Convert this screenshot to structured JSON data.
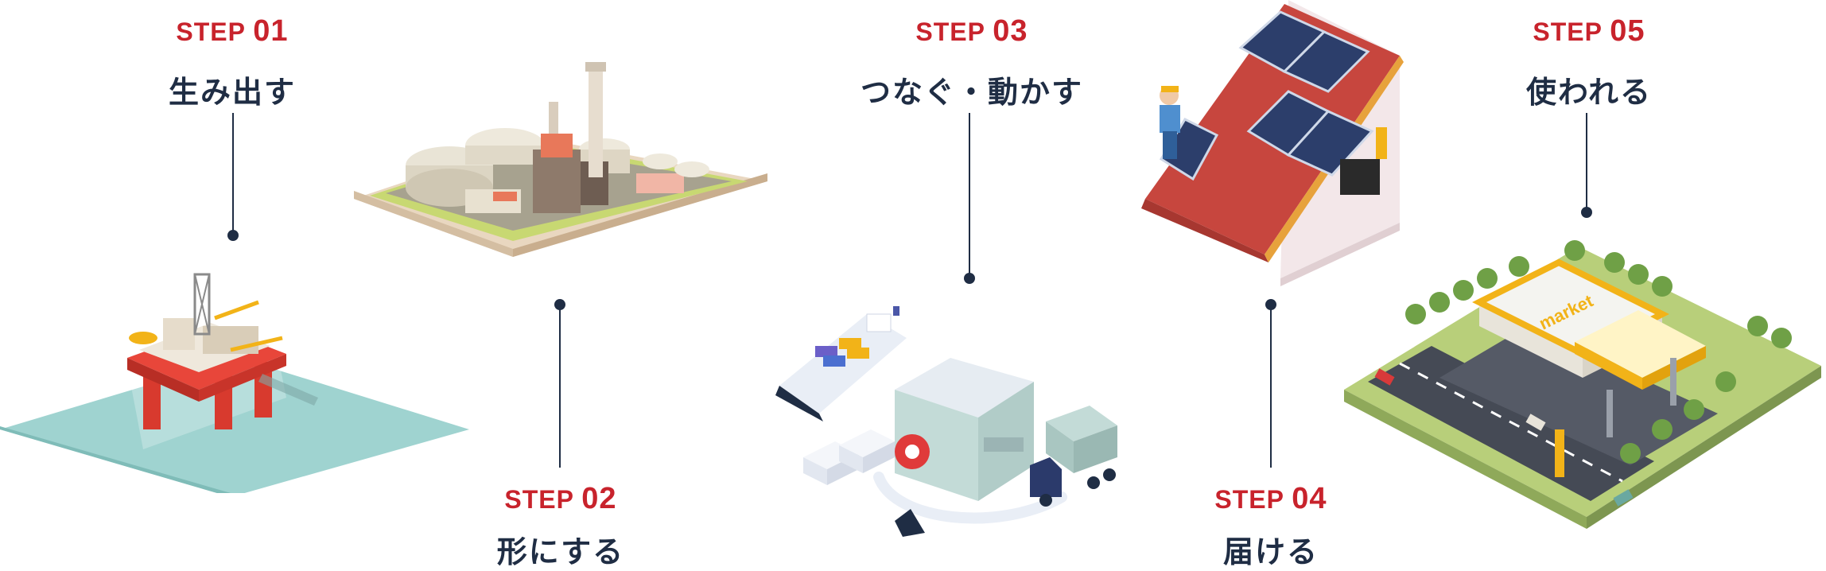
{
  "steps": [
    {
      "prefix": "STEP",
      "number": "01",
      "title": "生み出す"
    },
    {
      "prefix": "STEP",
      "number": "02",
      "title": "形にする"
    },
    {
      "prefix": "STEP",
      "number": "03",
      "title": "つなぐ・動かす"
    },
    {
      "prefix": "STEP",
      "number": "04",
      "title": "届ける"
    },
    {
      "prefix": "STEP",
      "number": "05",
      "title": "使われる"
    }
  ],
  "illustrations": {
    "oil_rig": "oil-platform-illustration",
    "refinery": "refinery-illustration",
    "logistics": "logistics-illustration",
    "solar_roof": "solar-roof-illustration",
    "gas_station": "gas-station-market-illustration"
  },
  "signage": {
    "market": "market"
  },
  "colors": {
    "accent": "#c8232c",
    "title": "#1f2d44",
    "line": "#1f2d44"
  }
}
